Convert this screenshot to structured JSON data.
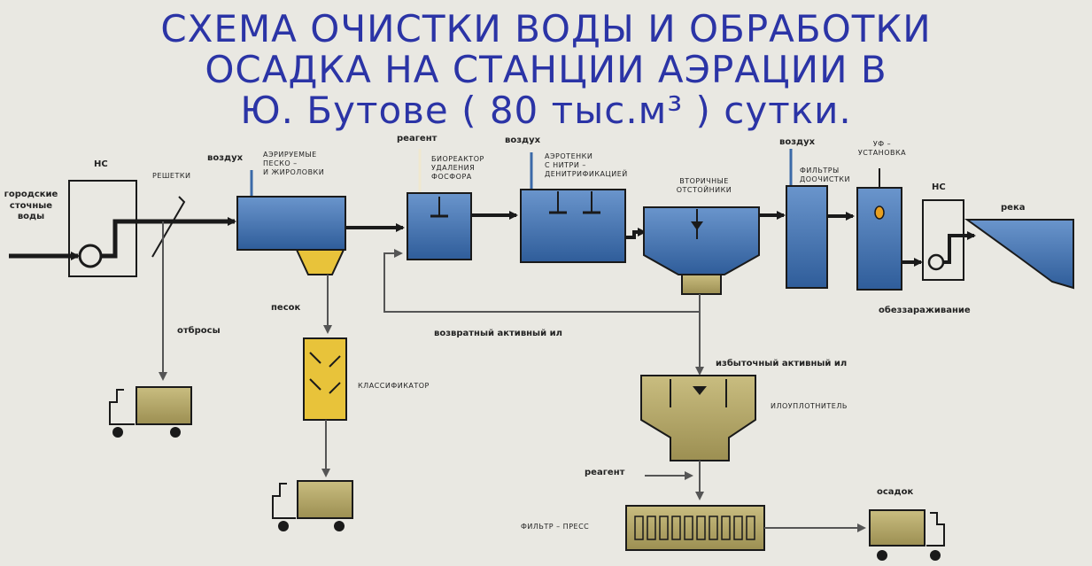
{
  "title": {
    "line1": "СХЕМА ОЧИСТКИ ВОДЫ И ОБРАБОТКИ",
    "line2": "ОСАДКА НА СТАНЦИИ АЭРАЦИИ В",
    "line3": "Ю. Бутове ( 80 тыс.м³ ) сутки."
  },
  "labels": {
    "city_wastewater_1": "городские",
    "city_wastewater_2": "сточные",
    "city_wastewater_3": "воды",
    "pump_1": "НС",
    "screens": "РЕШЕТКИ",
    "air_1": "воздух",
    "sand_trap_1": "АЭРИРУЕМЫЕ",
    "sand_trap_2": "ПЕСКО –",
    "sand_trap_3": "И ЖИРОЛОВКИ",
    "reagent_1": "реагент",
    "bioreactor_1": "БИОРЕАКТОР",
    "bioreactor_2": "УДАЛЕНИЯ",
    "bioreactor_3": "ФОСФОРА",
    "air_2": "воздух",
    "aerotank_1": "АЭРОТЕНКИ",
    "aerotank_2": "С НИТРИ –",
    "aerotank_3": "ДЕНИТРИФИКАЦИЕЙ",
    "secondary_1": "ВТОРИЧНЫЕ",
    "secondary_2": "ОТСТОЙНИКИ",
    "air_3": "воздух",
    "filters_1": "ФИЛЬТРЫ",
    "filters_2": "ДООЧИСТКИ",
    "uv_1": "УФ –",
    "uv_2": "УСТАНОВКА",
    "pump_2": "НС",
    "river": "река",
    "disinfection": "обеззараживание",
    "waste": "отбросы",
    "sand": "песок",
    "classifier": "КЛАССИФИКАТОР",
    "return_sludge": "возвратный  активный  ил",
    "excess_sludge": "избыточный  активный  ил",
    "thickener": "ИЛОУПЛОТНИТЕЛЬ",
    "reagent_2": "реагент",
    "filter_press": "ФИЛЬТР – ПРЕСС",
    "sediment": "осадок"
  },
  "colors": {
    "title": "#2b34a6",
    "water": "#3b6aa8",
    "water_light": "#5a86c0",
    "sand_yellow": "#e8c33a",
    "sludge": "#b6a96a",
    "line": "#1a1a1a",
    "flow_gray": "#555555"
  }
}
